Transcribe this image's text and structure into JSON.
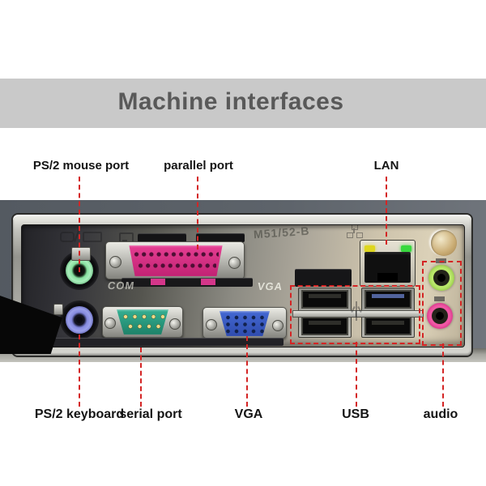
{
  "banner": {
    "title": "Machine interfaces",
    "bg_color": "#c9c9c9",
    "text_color": "#595959"
  },
  "annotations": {
    "line_color": "#d42525",
    "top": [
      {
        "label": "PS/2 mouse port"
      },
      {
        "label": "parallel port"
      },
      {
        "label": "LAN"
      }
    ],
    "bottom": [
      {
        "label": "PS/2 keyboard"
      },
      {
        "label": "serial port"
      },
      {
        "label": "VGA"
      },
      {
        "label": "USB"
      },
      {
        "label": "audio"
      }
    ]
  },
  "panel": {
    "model_stamp": "M51/52-B",
    "com_stamp": "COM",
    "vga_stamp": "VGA",
    "icons": [
      "mouse-keyboard-stamp-icon",
      "printer-stamp-icon",
      "network-stamp-icon",
      "usb-stamp-icon"
    ],
    "port_colors": {
      "ps2_mouse": "#86df9e",
      "ps2_keyboard": "#8489de",
      "parallel": "#d93287",
      "serial": "#2aa184",
      "vga": "#3a5ec6",
      "usb": "#0a0a0a",
      "lan_led_left": "#ded61e",
      "lan_led_right": "#38d83e",
      "audio_line_out": "#9ecf4a",
      "audio_mic": "#e23a8c"
    }
  }
}
